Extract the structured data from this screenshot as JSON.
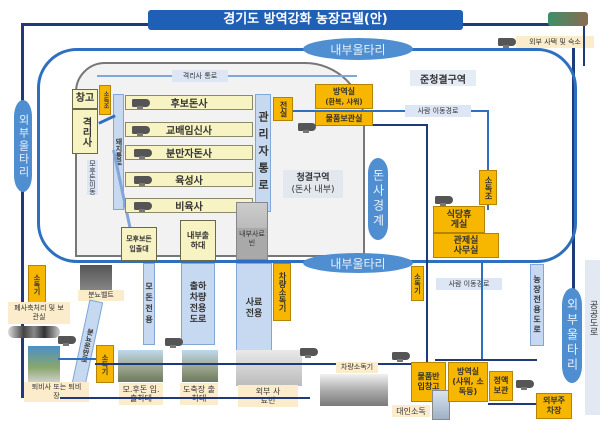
{
  "title": "경기도 방역강화 농장모델(안)",
  "fences": {
    "inner_top": "내부울타리",
    "inner_bottom": "내부울타리",
    "outer_left": "외부울타리",
    "outer_right": "외부울타리",
    "pig_boundary": "돈사경계"
  },
  "zones": {
    "semi_clean": "준청결구역",
    "clean_line1": "청결구역",
    "clean_line2": "(돈사 내부)"
  },
  "top_right": {
    "external_housing": "외부 사택 및 숙소"
  },
  "inner_area": {
    "storage": "창고",
    "quarantine": "격리사",
    "disinfect_tank_left": "소독조",
    "quarantine_path": "격리사 통로",
    "pig_path": "돼지통로",
    "sow_move": "모후돈이동",
    "manager_path": "관리자통로",
    "front_room": "전실",
    "barns": [
      "후보돈사",
      "교배임신사",
      "분만자돈사",
      "육성사",
      "비육사"
    ],
    "sow_gilt_shipping": "모후보돈입출대",
    "internal_shipping": "내부출하대",
    "internal_feed_bin": "내부사료빈"
  },
  "semi_clean_area": {
    "quarantine_room": "방역실",
    "quarantine_room_sub": "(환복, 샤워)",
    "goods_storage": "물품보관실",
    "people_route_top": "사람 이동경로",
    "disinfect_tank_right": "소독조",
    "canteen": "식당휴게실",
    "control_office": "관제실사무실"
  },
  "outer_area": {
    "disinfector_left_top": "소독기",
    "carcass_storage": "폐사축처리 및 보관실",
    "manure_belt": "분뇨벨트",
    "manure_transport": "분뇨운반로",
    "disinfector_left_bottom": "소독기",
    "compost": "퇴비사 또는 퇴비장",
    "sow_only": "모돈전용",
    "shipping_vehicle_road": "출하차량전용도로",
    "feed_only": "사료전용",
    "vehicle_disinfector_v": "차량소독기",
    "sow_gilt_dock": "모.후돈 입.출하대",
    "slaughter_dock": "도축장 출하대",
    "external_feed_bin": "외부 사료빈",
    "vehicle_disinfector": "차량소독기",
    "disinfector_mid": "소독기",
    "people_route_bottom": "사람 이동경로",
    "goods_intake": "물품반입창고",
    "person_disinfection": "대인소독",
    "quarantine_room2": "방역실",
    "quarantine_room2_sub": "(샤워, 소독등)",
    "tablet_storage": "정액보관",
    "farm_road": "농장전용도로",
    "public_road": "공공도로",
    "external_parking": "외부주차장"
  },
  "colors": {
    "title_bg": "#1f5fb5",
    "fence_oval": "#4f8fd1",
    "outer_line": "#1f3a7a",
    "inner_line": "#2e6fbf",
    "orange": "#f7b600",
    "barn": "#f7f3c3",
    "clean_zone": "#f2f2f2"
  }
}
